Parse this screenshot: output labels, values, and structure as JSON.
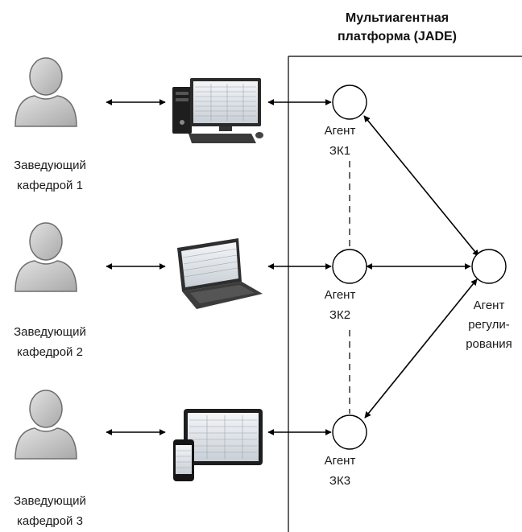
{
  "platform": {
    "title_line1": "Мультиагентная",
    "title_line2": "платформа (JADE)"
  },
  "users": [
    {
      "line1": "Заведующий",
      "line2": "кафедрой 1",
      "device": "desktop-computer"
    },
    {
      "line1": "Заведующий",
      "line2": "кафедрой 2",
      "device": "laptop"
    },
    {
      "line1": "Заведующий",
      "line2": "кафедрой 3",
      "device": "tablet-and-smartphone"
    }
  ],
  "agents": [
    {
      "line1": "Агент",
      "line2": "ЗК1"
    },
    {
      "line1": "Агент",
      "line2": "ЗК2"
    },
    {
      "line1": "Агент",
      "line2": "ЗК3"
    }
  ],
  "regulator": {
    "line1": "Агент",
    "line2": "регули-",
    "line3": "рования"
  },
  "colors": {
    "line": "#000000",
    "person_fill": "#c8c8c8",
    "person_stroke": "#6e6e6e"
  }
}
